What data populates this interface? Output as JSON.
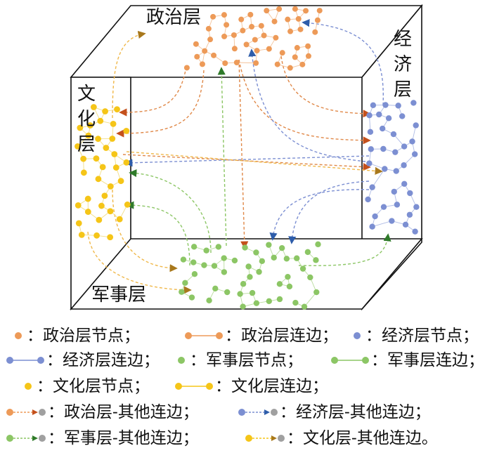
{
  "layers": {
    "politics": {
      "label": "政治层",
      "color": "#ED9A58",
      "edge_color": "#F4C39A"
    },
    "economy": {
      "label": [
        "经",
        "济",
        "层"
      ],
      "color": "#7C8FD2",
      "edge_color": "#AEBBE5"
    },
    "military": {
      "label": "军事层",
      "color": "#8CC665",
      "edge_color": "#B9DC9E"
    },
    "culture": {
      "label": [
        "文",
        "化",
        "层"
      ],
      "color": "#F5C518",
      "edge_color": "#F2DE86"
    }
  },
  "interlayer_colors": {
    "politics": "#C4501C",
    "economy": "#2E5DAA",
    "military": "#2F7A2A",
    "culture": "#A8781C"
  },
  "legend": [
    [
      {
        "sym": "node",
        "color": "#ED9A58",
        "text": "：政治层节点；"
      },
      {
        "sym": "edge",
        "color": "#ED9A58",
        "text": "：政治层连边；"
      },
      {
        "sym": "node",
        "color": "#7C8FD2",
        "text": "：经济层节点；"
      }
    ],
    [
      {
        "sym": "edge",
        "color": "#7C8FD2",
        "text": "：经济层连边；"
      },
      {
        "sym": "node",
        "color": "#8CC665",
        "text": "：军事层节点；"
      },
      {
        "sym": "edge",
        "color": "#8CC665",
        "text": "：军事层连边；"
      }
    ],
    [
      {
        "sym": "node",
        "color": "#F5C518",
        "text": "：文化层节点；"
      },
      {
        "sym": "edge",
        "color": "#F5C518",
        "text": "：文化层连边；"
      }
    ],
    [
      {
        "sym": "inter",
        "color": "#ED9A58",
        "arrow": "#C4501C",
        "text": "：政治层-其他连边；"
      },
      {
        "sym": "inter",
        "color": "#7C8FD2",
        "arrow": "#2E5DAA",
        "text": "：经济层-其他连边；"
      }
    ],
    [
      {
        "sym": "inter",
        "color": "#8CC665",
        "arrow": "#2F7A2A",
        "text": "：军事层-其他连边；"
      },
      {
        "sym": "inter",
        "color": "#F5C518",
        "arrow": "#A8781C",
        "text": "：文化层-其他连边。"
      }
    ]
  ]
}
